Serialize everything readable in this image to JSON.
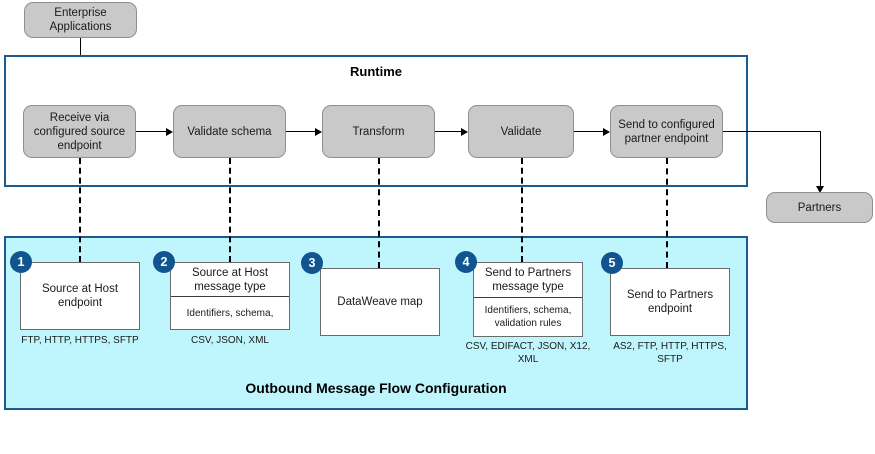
{
  "diagram": {
    "title": "Outbound Message Flow Configuration",
    "colors": {
      "panel_border": "#1f5a8f",
      "config_panel_fill": "#bff6fd",
      "process_box_fill": "#c9c9c9",
      "badge_fill": "#10558f",
      "connector": "#000000"
    }
  },
  "actors": {
    "source": "Enterprise Applications",
    "target": "Partners"
  },
  "runtime": {
    "title": "Runtime",
    "steps": [
      {
        "label": "Receive via configured source endpoint"
      },
      {
        "label": "Validate schema"
      },
      {
        "label": "Transform"
      },
      {
        "label": "Validate"
      },
      {
        "label": "Send to configured partner endpoint"
      }
    ]
  },
  "configuration": {
    "title": "Outbound Message Flow Configuration",
    "items": [
      {
        "number": "1",
        "title": "Source at Host endpoint",
        "detail": "",
        "caption": "FTP, HTTP, HTTPS, SFTP"
      },
      {
        "number": "2",
        "title": "Source at Host message type",
        "detail": "Identifiers, schema,",
        "caption": "CSV, JSON, XML"
      },
      {
        "number": "3",
        "title": "DataWeave map",
        "detail": "",
        "caption": ""
      },
      {
        "number": "4",
        "title": "Send to Partners message type",
        "detail": "Identifiers, schema, validation rules",
        "caption": "CSV, EDIFACT, JSON, X12, XML"
      },
      {
        "number": "5",
        "title": "Send to Partners endpoint",
        "detail": "",
        "caption": "AS2, FTP, HTTP, HTTPS, SFTP"
      }
    ]
  }
}
